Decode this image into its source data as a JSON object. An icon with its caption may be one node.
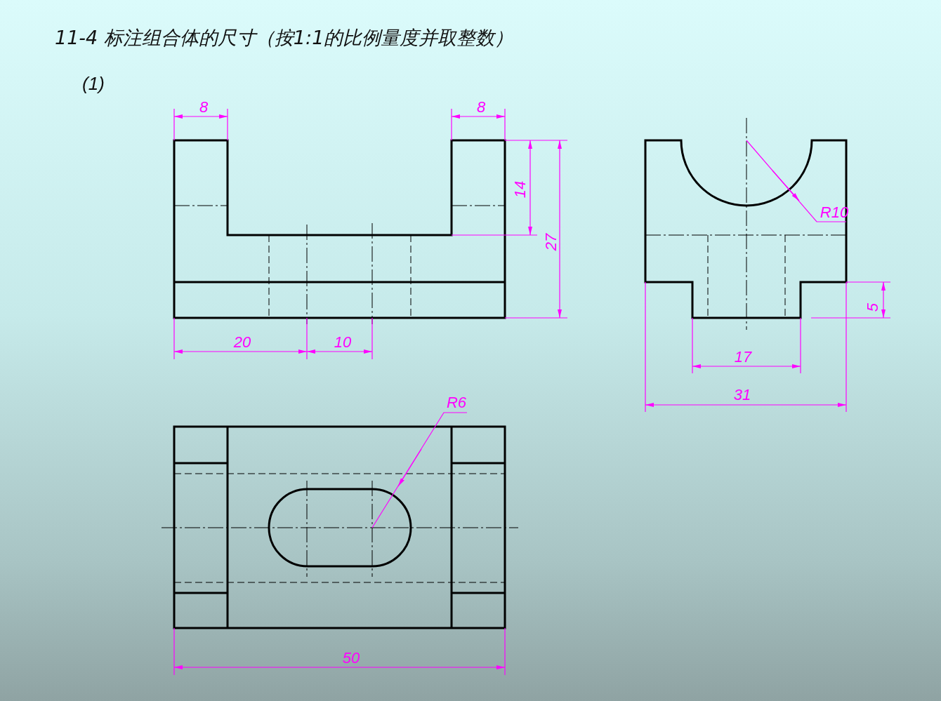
{
  "diagram": {
    "title": "11-4 标注组合体的尺寸（按1:1的比例量度并取整数）",
    "labels": [
      "(1)",
      "8",
      "8",
      "14",
      "R10",
      "27",
      "5",
      "20",
      "10",
      "17",
      "31",
      "R6",
      "50"
    ]
  }
}
